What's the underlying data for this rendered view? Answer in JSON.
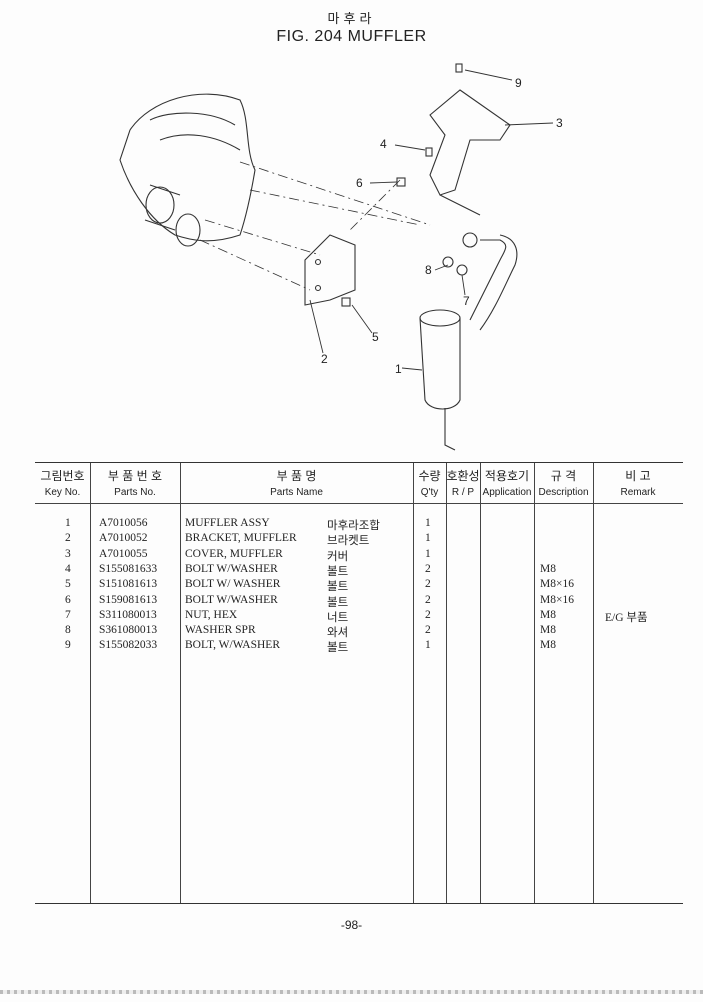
{
  "header": {
    "title_ko": "마후라",
    "title_en": "FIG. 204    MUFFLER"
  },
  "diagram": {
    "callouts": [
      "1",
      "2",
      "3",
      "4",
      "5",
      "6",
      "7",
      "8",
      "9"
    ]
  },
  "table": {
    "headers": [
      {
        "ko": "그림번호",
        "en": "Key  No."
      },
      {
        "ko": "부 품 번 호",
        "en": "Parts  No."
      },
      {
        "ko": "부          품          명",
        "en": "Parts        Name"
      },
      {
        "ko": "수량",
        "en": "Q'ty"
      },
      {
        "ko": "호환성",
        "en": "R / P"
      },
      {
        "ko": "적용호기",
        "en": "Application"
      },
      {
        "ko": "규    격",
        "en": "Description"
      },
      {
        "ko": "비          고",
        "en": "Remark"
      }
    ],
    "rows": [
      {
        "key": "1",
        "part_no": "A7010056",
        "name_en": "MUFFLER ASSY",
        "name_ko": "마후라조합",
        "qty": "1",
        "desc": "",
        "remark": ""
      },
      {
        "key": "2",
        "part_no": "A7010052",
        "name_en": "BRACKET, MUFFLER",
        "name_ko": "브라켓트",
        "qty": "1",
        "desc": "",
        "remark": ""
      },
      {
        "key": "3",
        "part_no": "A7010055",
        "name_en": "COVER, MUFFLER",
        "name_ko": "커버",
        "qty": "1",
        "desc": "",
        "remark": ""
      },
      {
        "key": "4",
        "part_no": "S155081633",
        "name_en": "BOLT W/WASHER",
        "name_ko": "볼트",
        "qty": "2",
        "desc": "M8",
        "remark": ""
      },
      {
        "key": "5",
        "part_no": "S151081613",
        "name_en": "BOLT W/ WASHER",
        "name_ko": "볼트",
        "qty": "2",
        "desc": "M8×16",
        "remark": ""
      },
      {
        "key": "6",
        "part_no": "S159081613",
        "name_en": "BOLT W/WASHER",
        "name_ko": "볼트",
        "qty": "2",
        "desc": "M8×16",
        "remark": ""
      },
      {
        "key": "7",
        "part_no": "S311080013",
        "name_en": "NUT, HEX",
        "name_ko": "너트",
        "qty": "2",
        "desc": "M8",
        "remark": "E/G 부품"
      },
      {
        "key": "8",
        "part_no": "S361080013",
        "name_en": "WASHER SPR",
        "name_ko": "와셔",
        "qty": "2",
        "desc": "M8",
        "remark": ""
      },
      {
        "key": "9",
        "part_no": "S155082033",
        "name_en": "BOLT, W/WASHER",
        "name_ko": "볼트",
        "qty": "1",
        "desc": "M8",
        "remark": ""
      }
    ]
  },
  "footer": {
    "page": "-98-"
  }
}
